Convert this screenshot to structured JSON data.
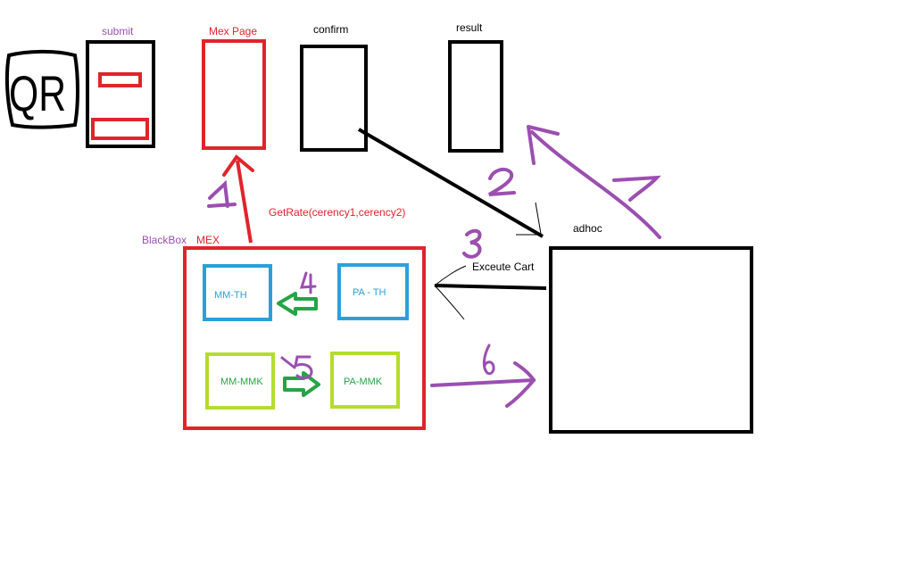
{
  "colors": {
    "black": "#000000",
    "red": "#e0242c",
    "purple": "#9b4fb0",
    "blue": "#2ba0d8",
    "lime": "#b5dc2d",
    "green": "#25a446",
    "white": "#ffffff"
  },
  "qr": {
    "text": "QR"
  },
  "screens": {
    "submit": "submit",
    "mex_page": "Mex Page",
    "confirm": "confirm",
    "result": "result"
  },
  "blackbox": {
    "label": "BlackBox",
    "title": "MEX",
    "mm_th": "MM-TH",
    "pa_th": "PA - TH",
    "mm_mmk": "MM-MMK",
    "pa_mmk": "PA-MMK"
  },
  "calls": {
    "get_rate": "GetRate(cerency1,cerency2)",
    "execute_cart": "Exceute Cart"
  },
  "adhoc": {
    "label": "adhoc"
  },
  "steps": [
    "1",
    "2",
    "3",
    "4",
    "5",
    "6",
    "7"
  ]
}
